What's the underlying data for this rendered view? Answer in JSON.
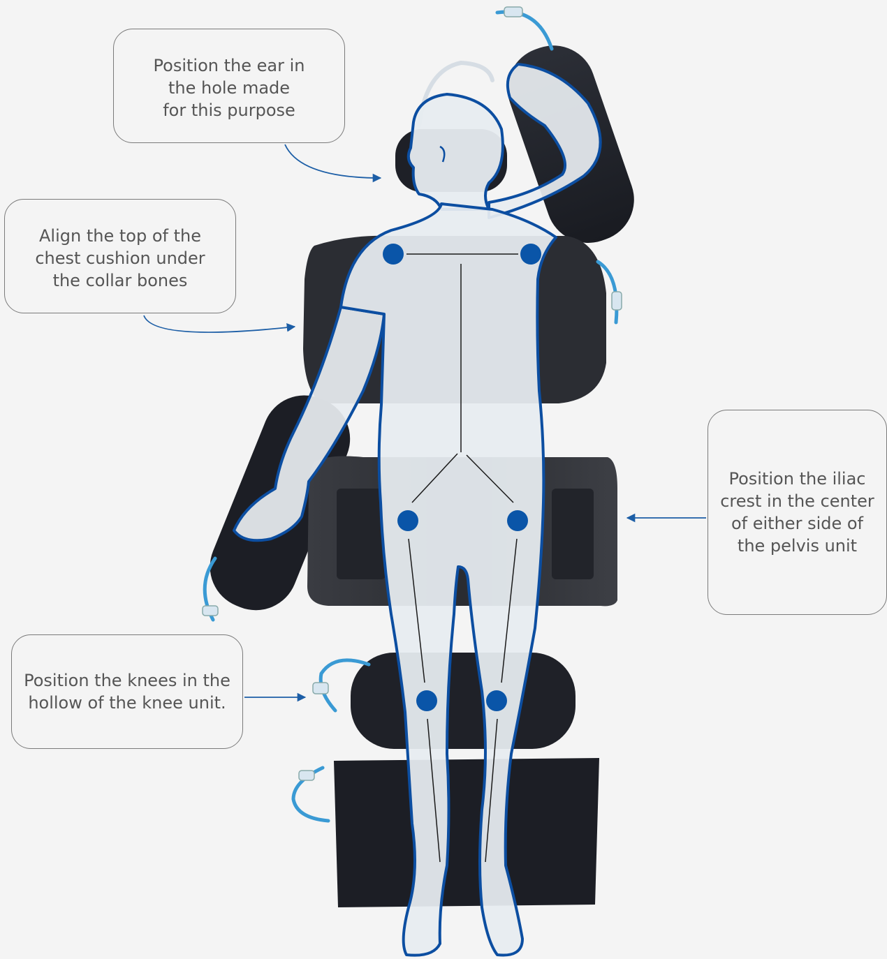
{
  "callouts": {
    "ear": "Position the ear in\nthe hole made\nfor this purpose",
    "chest": "Align the top of the\nchest cushion under\nthe collar bones",
    "iliac": "Position the iliac\ncrest in the center\nof either side of\nthe pelvis unit",
    "knees": "Position the knees in the\nhollow of the knee unit."
  },
  "colors": {
    "background": "#f4f4f4",
    "body_fill": "#e6ebef",
    "body_outline": "#0c4ea1",
    "joint_marker": "#0a55a8",
    "cushion": "#1f2128",
    "tube": "#3a9ad4",
    "callout_text": "#555555"
  },
  "icons": {
    "joint": "blue-dot",
    "arrow": "arrow-head"
  }
}
